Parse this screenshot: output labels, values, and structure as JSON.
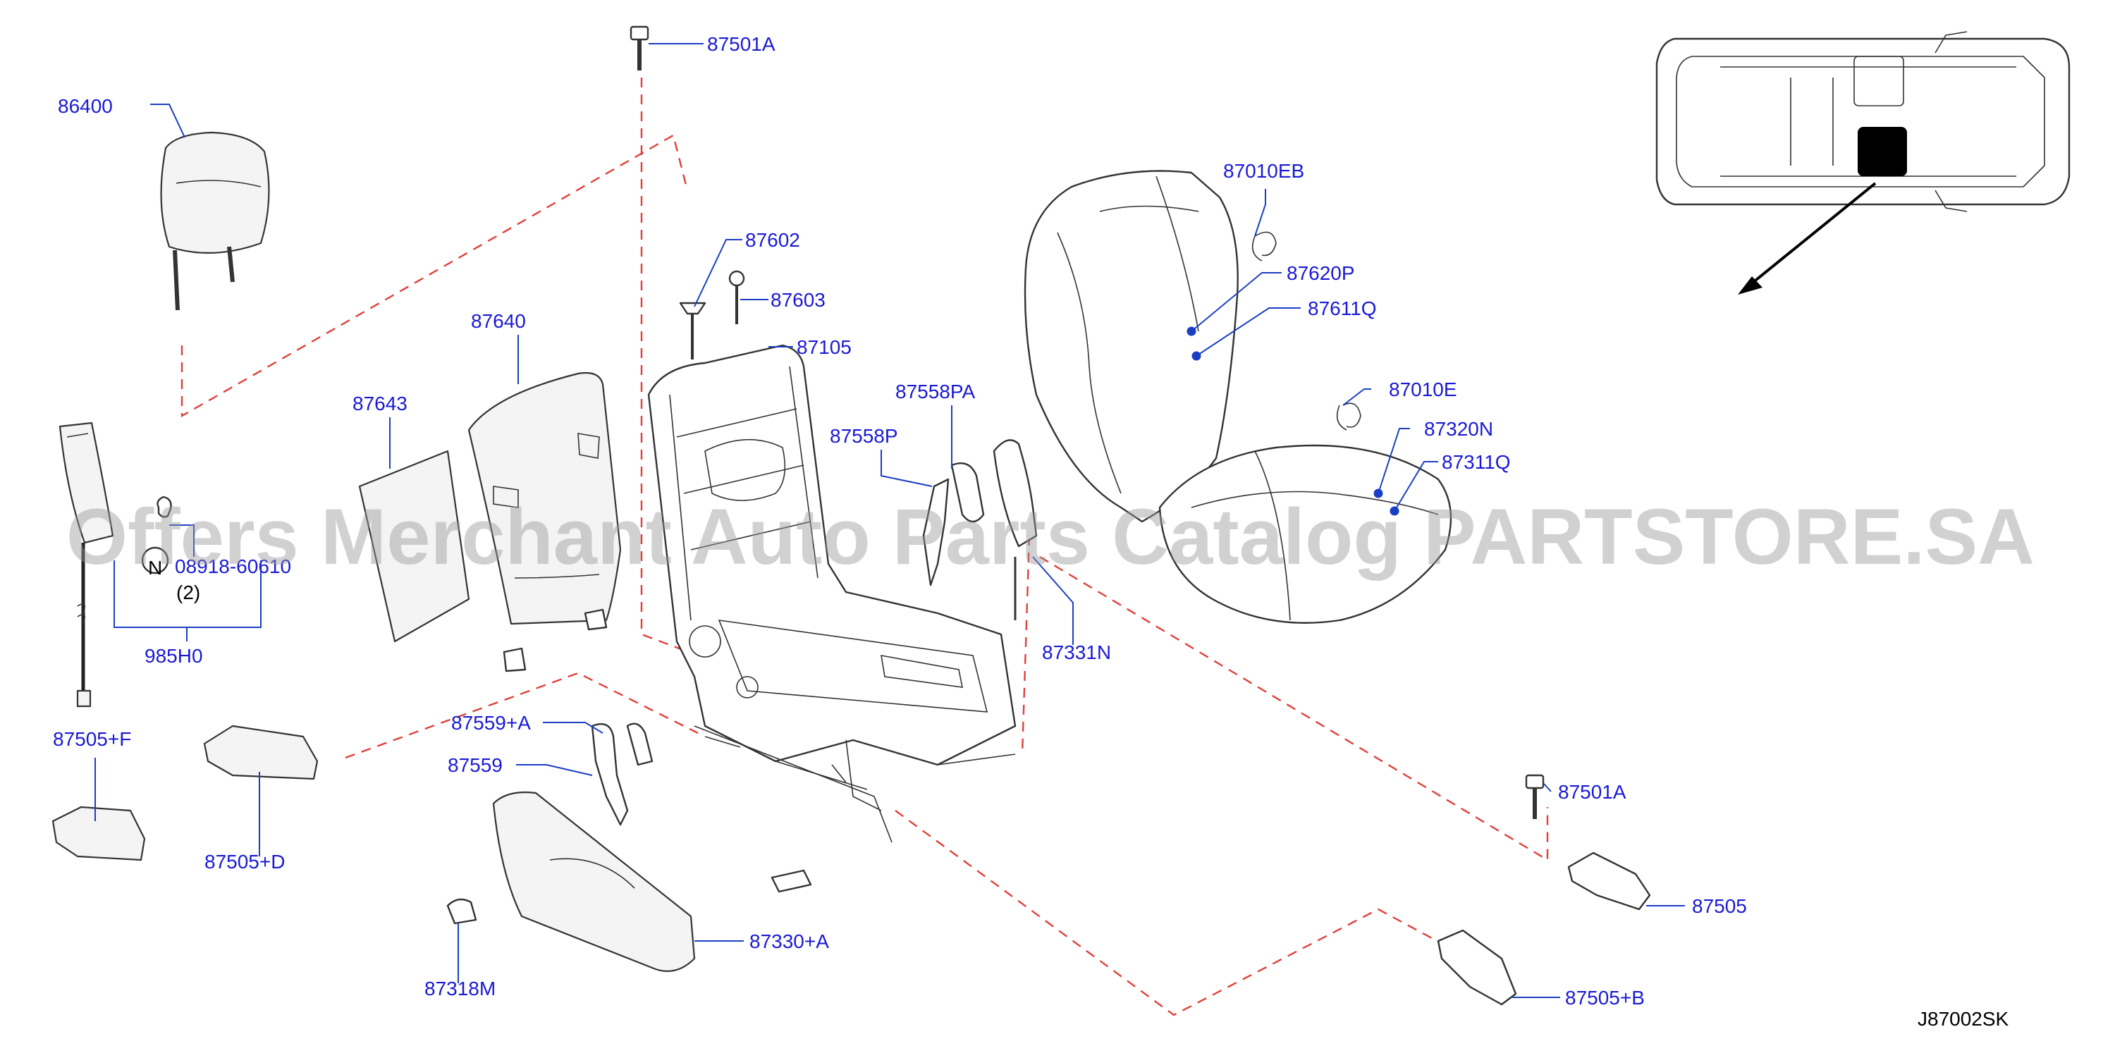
{
  "watermark": "Offers Merchant Auto Parts Catalog PARTSTORE.SA",
  "diagram_code": "J87002SK",
  "colors": {
    "label": "#1a1ad6",
    "leader": "#1a3fc4",
    "dashed_line": "#e0403a",
    "part_outline": "#333333"
  },
  "labels": {
    "l86400": "86400",
    "l87501A_top": "87501A",
    "l87602": "87602",
    "l87603": "87603",
    "l87105": "87105",
    "l87640": "87640",
    "l87643": "87643",
    "l87558PA": "87558PA",
    "l87558P": "87558P",
    "l87010EB": "87010EB",
    "l87620P": "87620P",
    "l87611Q": "87611Q",
    "l87010E": "87010E",
    "l87320N": "87320N",
    "l87311Q": "87311Q",
    "l08918": "08918-60610",
    "l_qty2": "(2)",
    "l_N": "N",
    "l985H0": "985H0",
    "l87331N": "87331N",
    "l87505F": "87505+F",
    "l87559A": "87559+A",
    "l87559": "87559",
    "l87505D": "87505+D",
    "l87501A_right": "87501A",
    "l87505": "87505",
    "l87330A": "87330+A",
    "l87318M": "87318M",
    "l87505B": "87505+B"
  }
}
